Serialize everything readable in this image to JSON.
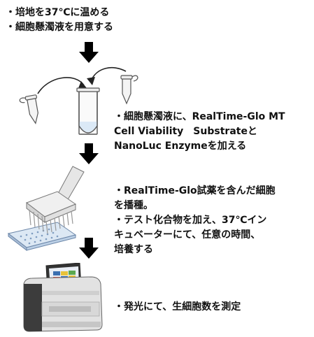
{
  "steps": [
    {
      "lines": [
        "・培地を37℃に温める",
        "・細胞懸濁液を用意する"
      ]
    },
    {
      "lines": [
        "・細胞懸濁液に、RealTime-Glo MT",
        "Cell Viability　Substrateと",
        "NanoLuc Enzymeを加える"
      ]
    },
    {
      "lines": [
        "・RealTime-Glo試薬を含んだ細胞",
        "を播種。",
        "・テスト化合物を加え、37℃イン",
        "キュベーターにて、任意の時間、",
        "培養する"
      ]
    },
    {
      "lines": [
        "・発光にて、生細胞数を測定"
      ]
    }
  ],
  "colors": {
    "text": "#111111",
    "arrow": "#000000",
    "tube_outline": "#555555",
    "screen_blue": "#3a6fb0"
  },
  "icons": [
    "down-arrow-icon",
    "microcentrifuge-tube-icon",
    "test-tube-icon",
    "multichannel-pipette-icon",
    "well-plate-icon",
    "plate-reader-icon"
  ]
}
